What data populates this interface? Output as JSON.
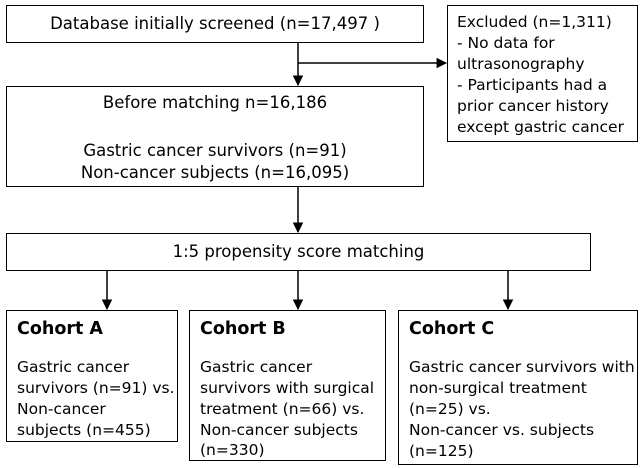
{
  "diagram": {
    "database": {
      "text": "Database initially screened (n=17,497 )"
    },
    "excluded": {
      "lines": [
        "Excluded (n=1,311)",
        "- No data for",
        "ultrasonography",
        "- Participants had a",
        "prior cancer history",
        "except gastric cancer"
      ]
    },
    "before_matching": {
      "title": "Before matching n=16,186",
      "line1": "Gastric cancer survivors (n=91)",
      "line2": "Non-cancer subjects (n=16,095)"
    },
    "matching": {
      "text": "1:5 propensity score matching"
    },
    "cohorts": [
      {
        "title": "Cohort A",
        "lines": [
          "Gastric cancer",
          "survivors (n=91) vs.",
          "Non-cancer",
          "subjects (n=455)"
        ]
      },
      {
        "title": "Cohort B",
        "lines": [
          "Gastric cancer",
          "survivors with surgical",
          "treatment (n=66) vs.",
          "Non-cancer subjects",
          "(n=330)"
        ]
      },
      {
        "title": "Cohort C",
        "lines": [
          "Gastric cancer survivors with",
          "non-surgical treatment",
          "(n=25) vs.",
          "Non-cancer vs. subjects",
          "(n=125)"
        ]
      }
    ]
  }
}
